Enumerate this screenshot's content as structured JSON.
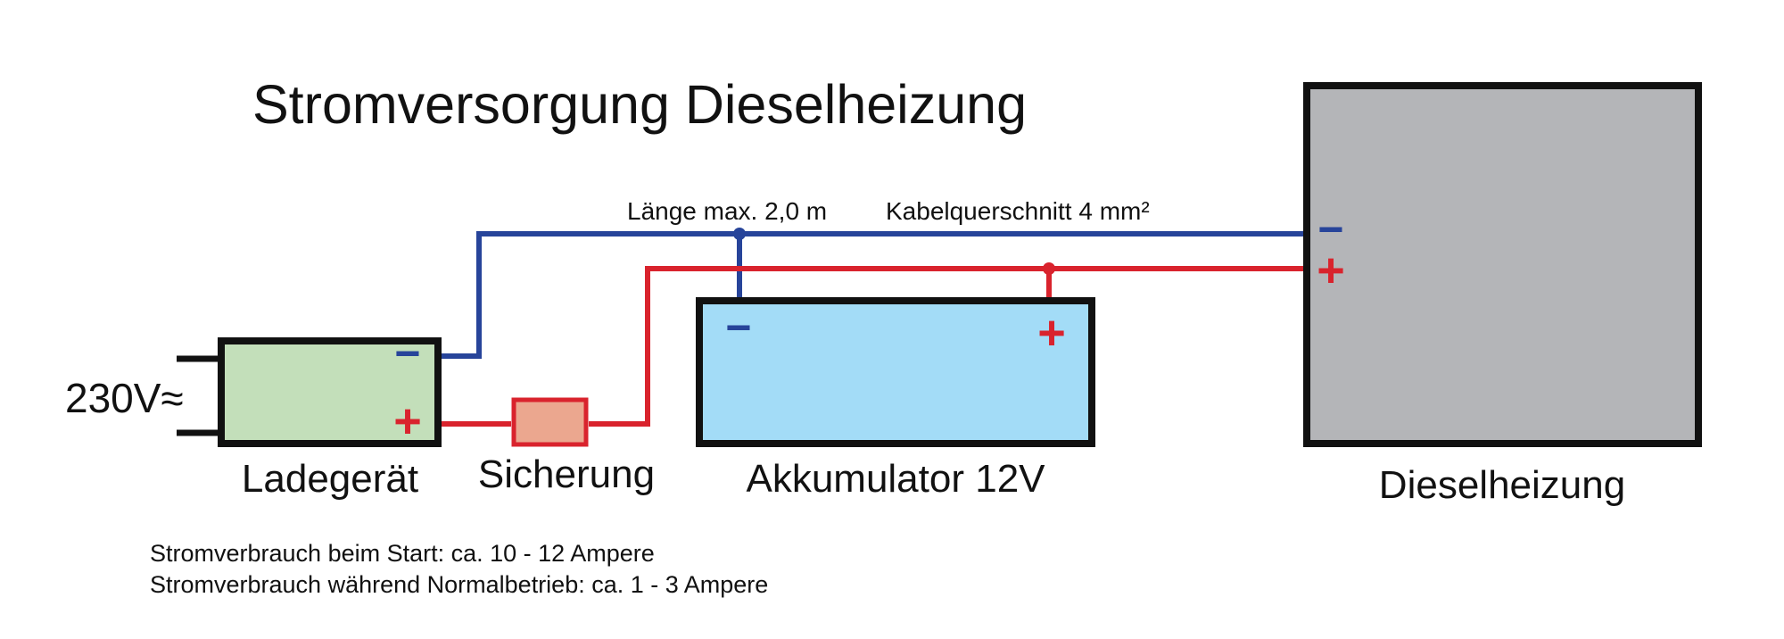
{
  "title": "Stromversorgung Dieselheizung",
  "input_label": "230V≈",
  "cable_length_label": "Länge max. 2,0 m",
  "cable_section_label": "Kabelquerschnitt 4 mm²",
  "components": {
    "charger": "Ladegerät",
    "fuse": "Sicherung",
    "battery": "Akkumulator 12V",
    "heater": "Dieselheizung"
  },
  "polarity": {
    "minus": "−",
    "plus": "+"
  },
  "notes": [
    "Stromverbrauch beim Start: ca. 10 - 12 Ampere",
    "Stromverbrauch während Normalbetrieb: ca. 1 - 3 Ampere"
  ],
  "colors": {
    "negative_wire": "#27449a",
    "positive_wire": "#d9232d",
    "charger_fill": "#c3dfba",
    "fuse_fill": "#eba78f",
    "battery_fill": "#a3dcf7",
    "heater_fill": "#b4b5b8"
  }
}
